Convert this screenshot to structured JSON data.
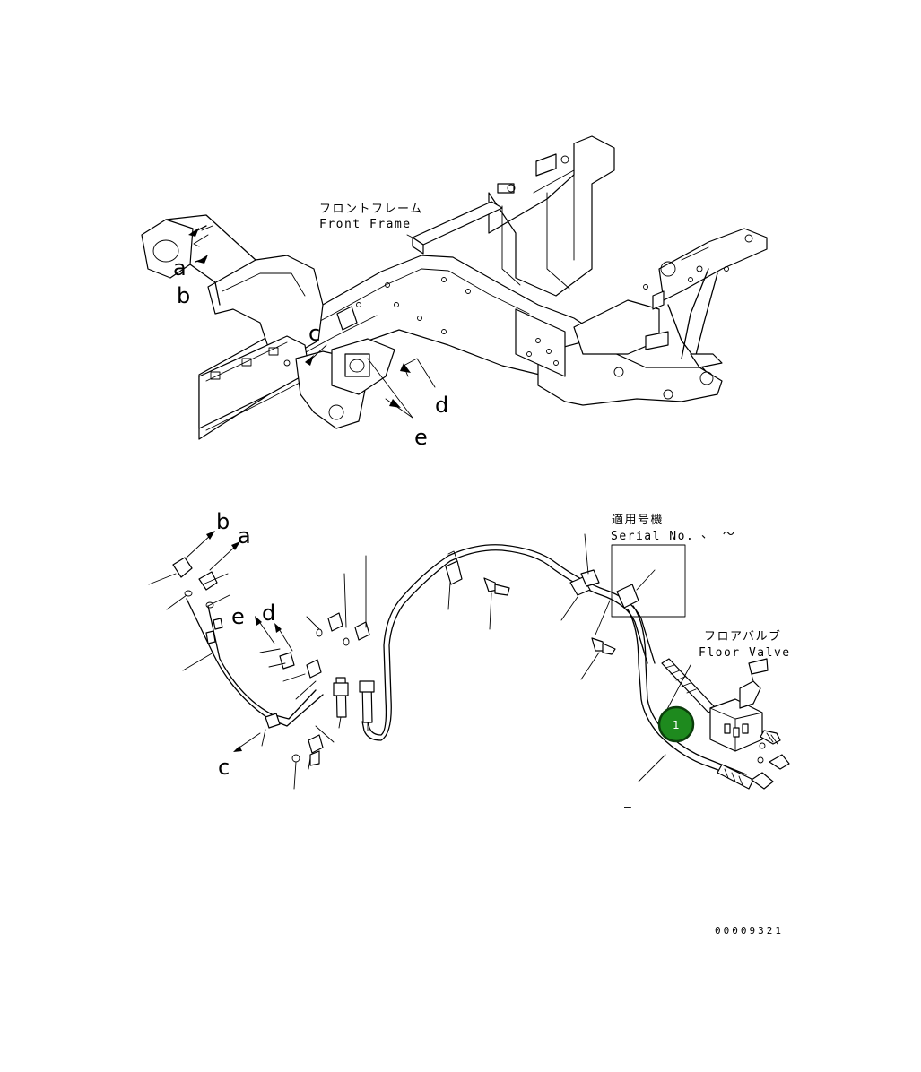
{
  "labels": {
    "front_frame_jp": "フロントフレーム",
    "front_frame_en": "Front Frame",
    "serial_jp": "適用号機",
    "serial_en": "Serial No.",
    "serial_range": "、 ～",
    "floor_valve_jp": "フロアバルブ",
    "floor_valve_en": "Floor Valve",
    "drawing_id": "00009321",
    "dash": "–"
  },
  "letters": {
    "top": [
      "a",
      "b",
      "c",
      "d",
      "e"
    ],
    "bottom": [
      "b",
      "a",
      "e",
      "d",
      "c"
    ]
  },
  "callout": {
    "number": "1",
    "color": "#1e8a1e",
    "ring_color": "#0b3d0b"
  }
}
